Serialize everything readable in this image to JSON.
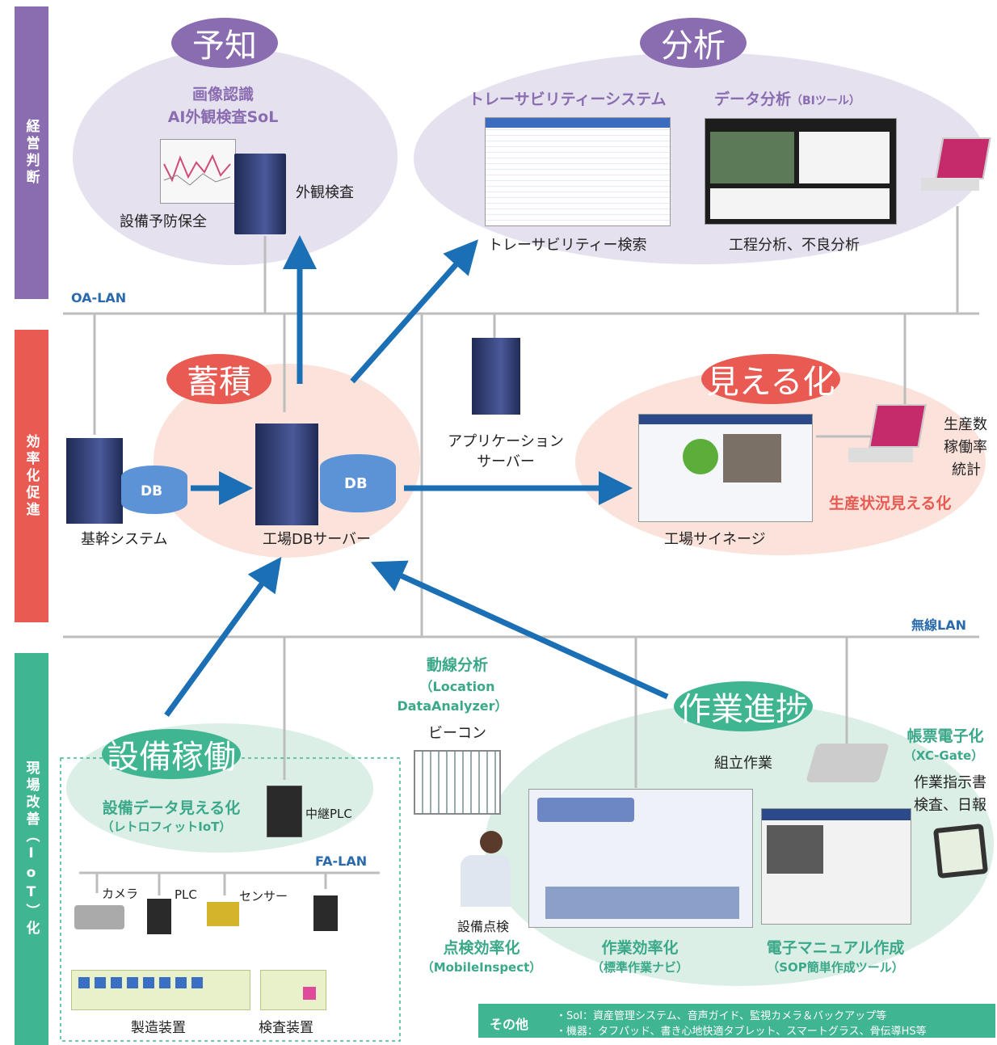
{
  "bands": [
    {
      "label": "経営判断",
      "color": "#8a6cb0"
    },
    {
      "label": "効率化促進",
      "color": "#e85a52"
    },
    {
      "label": "現場改善（IoT）化",
      "color": "#3fb592"
    }
  ],
  "networks": {
    "oa_lan": "OA-LAN",
    "wireless_lan": "無線LAN",
    "fa_lan": "FA-LAN"
  },
  "yochi": {
    "badge": "予知",
    "title1": "画像認識",
    "title2": "AI外観検査SoL",
    "label_inspection": "外観検査",
    "label_maintenance": "設備予防保全"
  },
  "bunseki": {
    "badge": "分析",
    "traceability_title": "トレーサビリティーシステム",
    "data_analysis_title": "データ分析",
    "data_analysis_sub": "（BIツール）",
    "traceability_search": "トレーサビリティー検索",
    "process_analysis": "工程分析、不良分析"
  },
  "chikuseki": {
    "badge": "蓄積",
    "db1": "DB",
    "db2": "DB",
    "core_system": "基幹システム",
    "factory_db_server": "工場DBサーバー"
  },
  "app_server": {
    "line1": "アプリケーション",
    "line2": "サーバー"
  },
  "mieruka": {
    "badge": "見える化",
    "stat1": "生産数",
    "stat2": "稼働率",
    "stat3": "統計",
    "title": "生産状況見える化",
    "signage": "工場サイネージ"
  },
  "setsubi": {
    "badge": "設備稼働",
    "title": "設備データ見える化",
    "sub": "（レトロフィットIoT）",
    "relay_plc": "中継PLC",
    "camera": "カメラ",
    "plc": "PLC",
    "sensor": "センサー",
    "manufacturing": "製造装置",
    "inspection": "検査装置"
  },
  "dousen": {
    "title": "動線分析",
    "sub1": "（Location",
    "sub2": "DataAnalyzer）",
    "beacon": "ビーコン"
  },
  "sagyou": {
    "badge": "作業進捗",
    "assembly": "組立作業",
    "equipment_check": "設備点検",
    "inspect_title": "点検効率化",
    "inspect_sub": "（MobileInspect）",
    "work_title": "作業効率化",
    "work_sub": "（標準作業ナビ）",
    "manual_title": "電子マニュアル作成",
    "manual_sub": "（SOP簡単作成ツール）"
  },
  "chouhyou": {
    "title": "帳票電子化",
    "sub": "（XC-Gate）",
    "line1": "作業指示書",
    "line2": "検査、日報"
  },
  "other": {
    "label": "その他",
    "line1": "・SoI：資産管理システム、音声ガイド、監視カメラ＆バックアップ等",
    "line2": "・機器：タフパッド、書き心地快適タブレット、スマートグラス、骨伝導HS等"
  },
  "colors": {
    "purple": "#8a6cb0",
    "red": "#e85a52",
    "green": "#3fb592",
    "blue_arrow": "#1a6fb5",
    "lavender": "#e6e1ef",
    "salmon": "#fbe2da",
    "mint": "#dcefe6"
  }
}
